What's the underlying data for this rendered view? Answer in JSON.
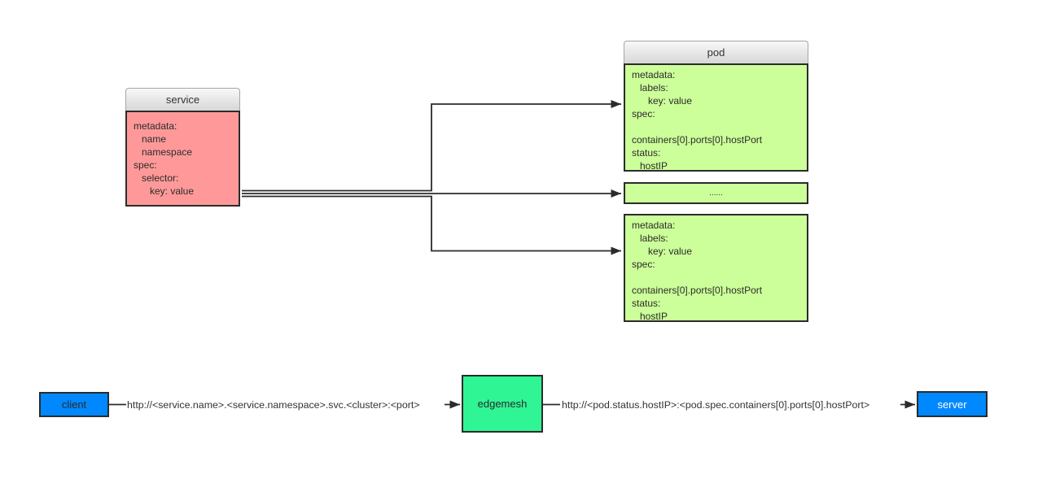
{
  "colors": {
    "service_fill": "#ff9999",
    "pod_fill": "#ccff99",
    "edgemesh_fill": "#2ff595",
    "client_server_fill": "#0088ff",
    "header_gradient_top": "#f8f8f8",
    "header_gradient_bottom": "#d7d7d7",
    "header_border": "#a6a6a6",
    "border_dark": "#2b2b2b",
    "client_text": "#2b2b2b",
    "server_text": "#ffffff"
  },
  "service_node": {
    "title": "service",
    "body": "metadata:\n   name\n   namespace\nspec:\n   selector:\n      key: value"
  },
  "pod_node": {
    "title": "pod",
    "body": "metadata:\n   labels:\n      key: value\nspec:\n\ncontainers[0].ports[0].hostPort\nstatus:\n   hostIP"
  },
  "pod_ellipsis_node": {
    "label": "......"
  },
  "pod2_node": {
    "body": "metadata:\n   labels:\n      key: value\nspec:\n\ncontainers[0].ports[0].hostPort\nstatus:\n   hostIP"
  },
  "flow": {
    "client_label": "client",
    "service_url": "http://<service.name>.<service.namespace>.svc.<cluster>:<port>",
    "edgemesh_label": "edgemesh",
    "pod_url": "http://<pod.status.hostIP>:<pod.spec.containers[0].ports[0].hostPort>",
    "server_label": "server"
  }
}
